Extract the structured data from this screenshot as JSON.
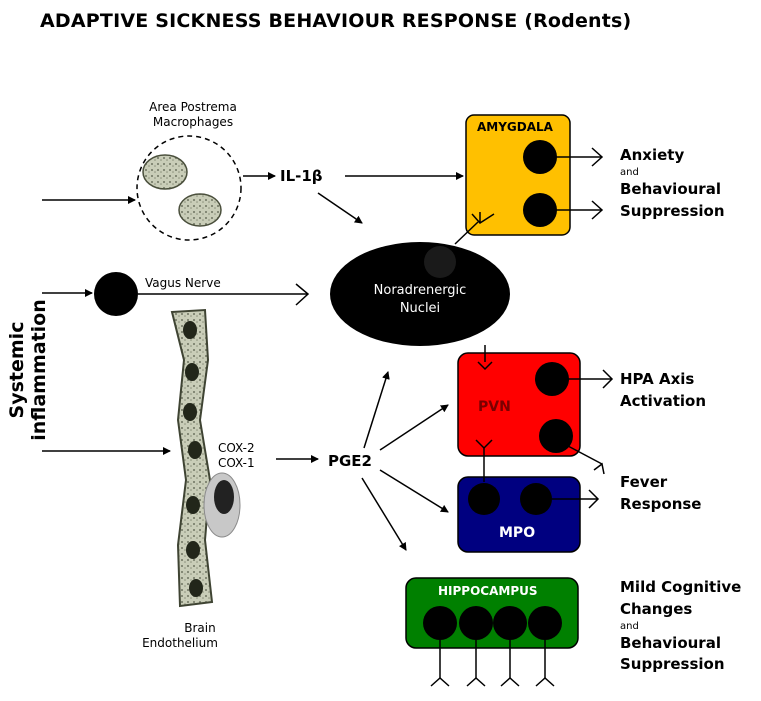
{
  "title": "ADAPTIVE SICKNESS BEHAVIOUR RESPONSE (Rodents)",
  "left_label": "Systemic inflammation",
  "area_postrema": "Area Postrema Macrophages",
  "il1b": "IL-1β",
  "vagus": "Vagus Nerve",
  "cox": [
    "COX-2",
    "COX-1"
  ],
  "pge2": "PGE2",
  "brain_endothelium": [
    "Brain",
    "Endothelium"
  ],
  "noradrenergic": [
    "Noradrenergic",
    "Nuclei"
  ],
  "regions": {
    "amygdala": "AMYGDALA",
    "pvn": "PVN",
    "mpo": "MPO",
    "hippocampus": "HIPPOCAMPUS"
  },
  "outputs": {
    "anxiety": {
      "line1": "Anxiety",
      "and": "and",
      "line2": "Behavioural",
      "line3": "Suppression"
    },
    "hpa": {
      "line1": "HPA Axis",
      "line2": "Activation"
    },
    "fever": {
      "line1": "Fever",
      "line2": "Response"
    },
    "cognitive": {
      "line1": "Mild Cognitive",
      "line2": "Changes",
      "and": "and",
      "line3": "Behavioural",
      "line4": "Suppression"
    }
  },
  "colors": {
    "amygdala": "#ffc000",
    "pvn": "#ff0000",
    "mpo": "#000080",
    "hippocampus": "#008000",
    "cell": "#000000"
  }
}
